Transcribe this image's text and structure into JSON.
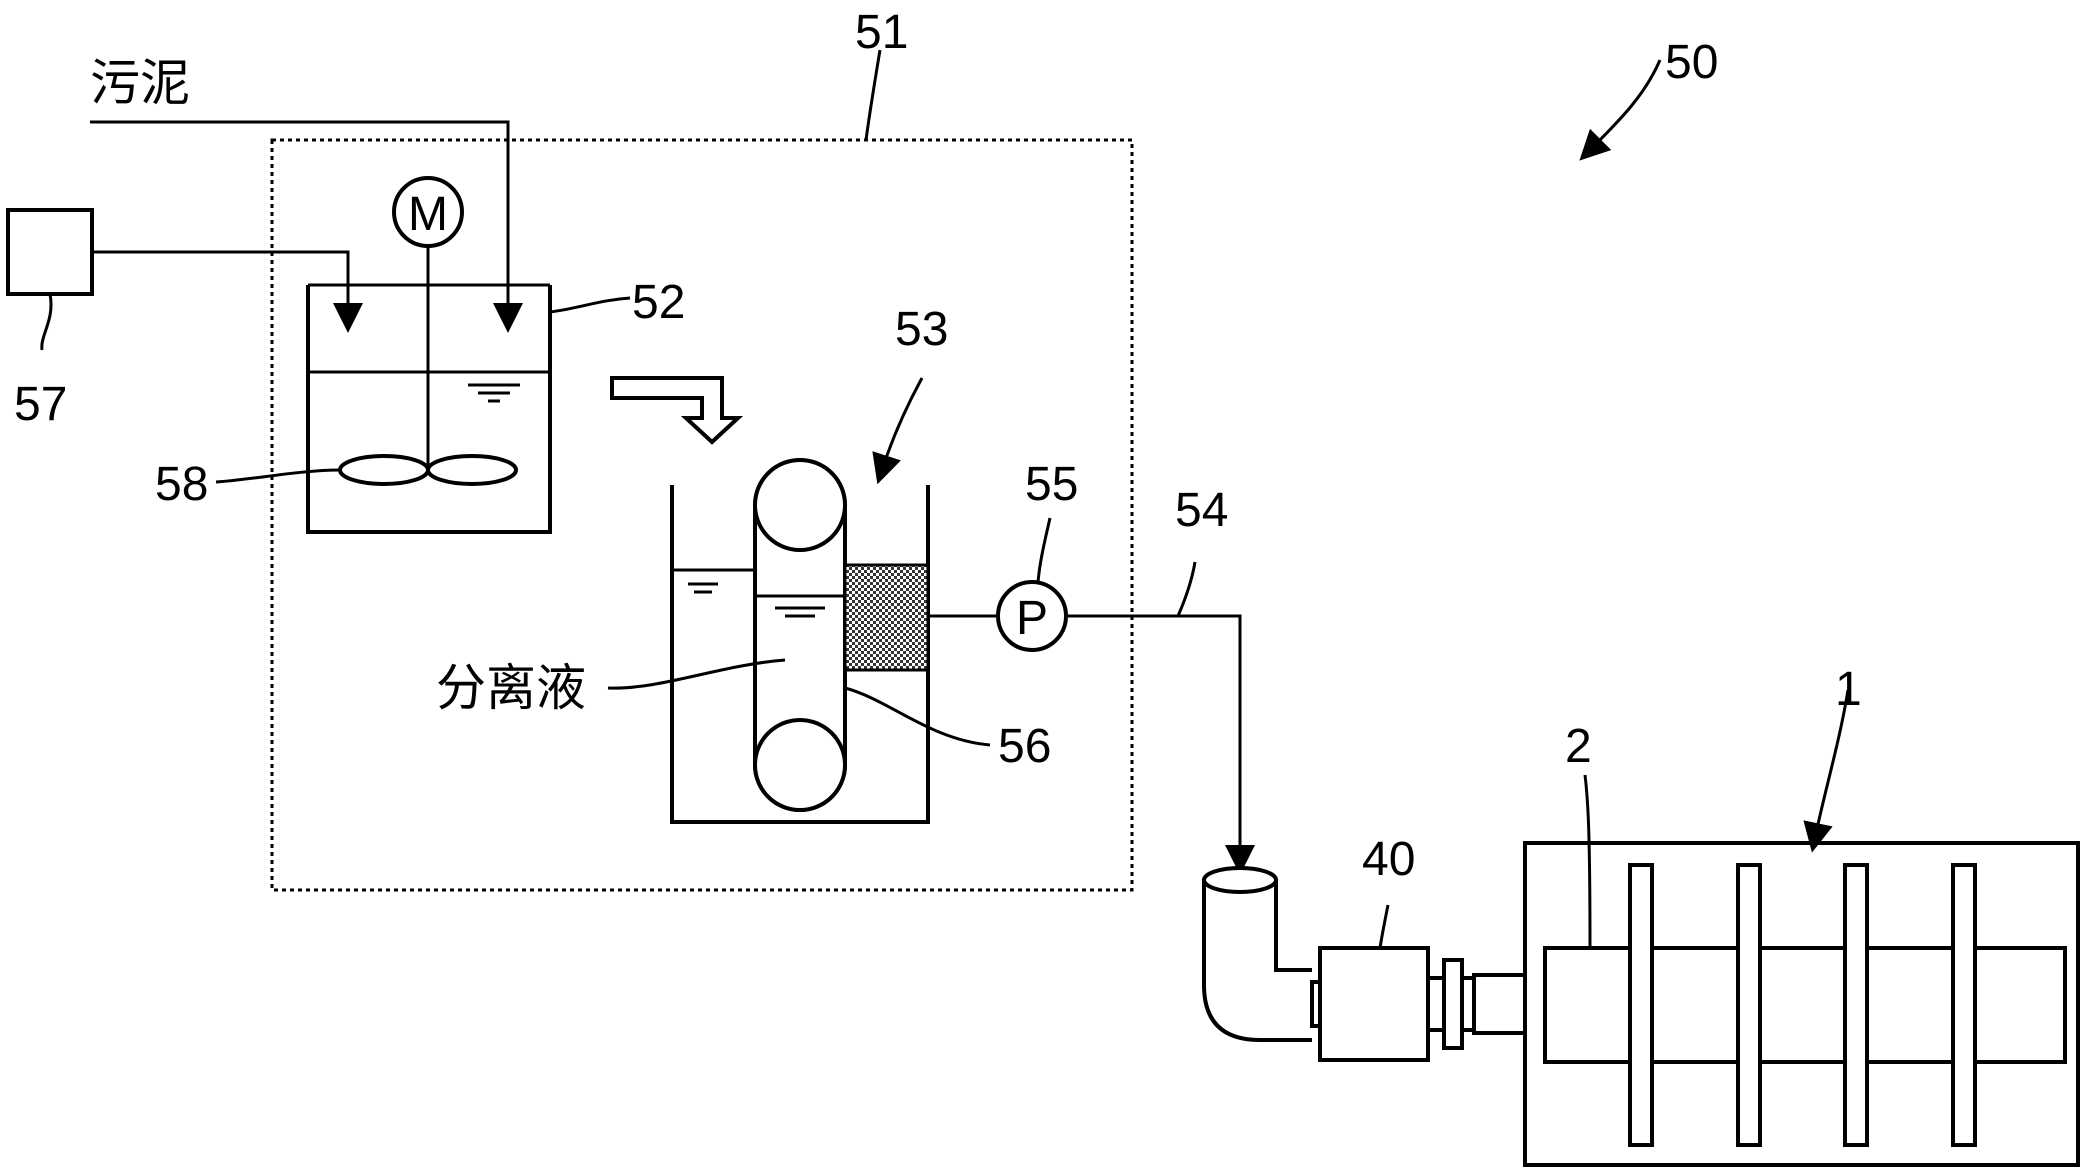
{
  "labels": {
    "sludge": "污泥",
    "separated_liquid": "分离液",
    "motor": "M",
    "pump": "P",
    "n50": "50",
    "n51": "51",
    "n52": "52",
    "n53": "53",
    "n54": "54",
    "n55": "55",
    "n56": "56",
    "n57": "57",
    "n58": "58",
    "n40": "40",
    "n2": "2",
    "n1": "1"
  },
  "colors": {
    "line": "#000000",
    "background": "#ffffff",
    "filter_fill": "#555555"
  }
}
